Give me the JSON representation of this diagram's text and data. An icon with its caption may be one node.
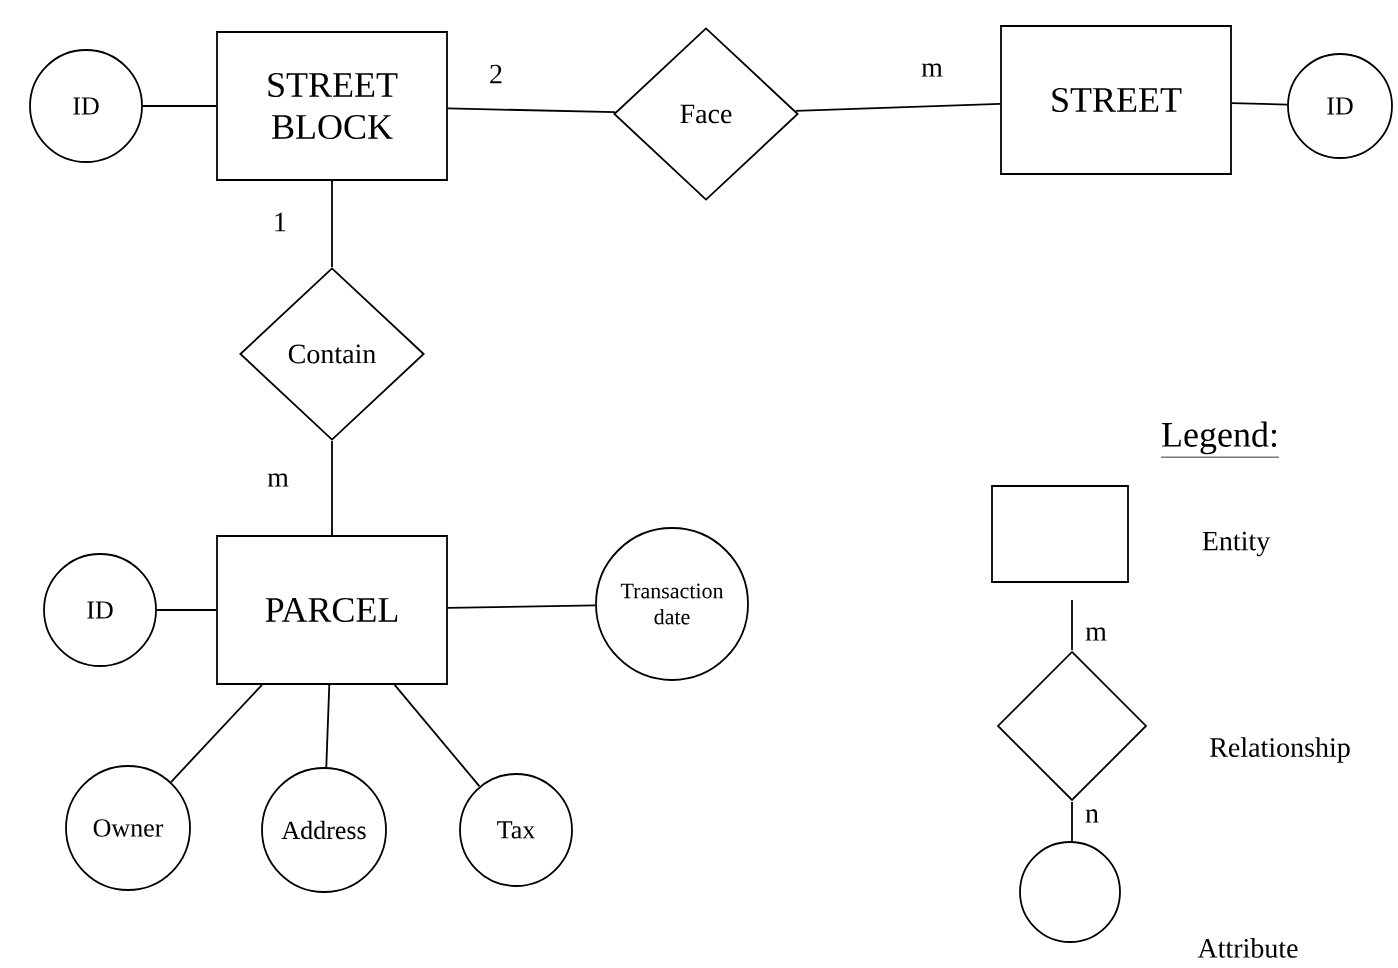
{
  "diagram": {
    "nodes": [
      {
        "text": [
          "ID"
        ]
      },
      {
        "text": [
          "STREET BLOCK"
        ]
      },
      {
        "text": [
          "Face"
        ]
      },
      {
        "text": [
          "STREET"
        ]
      },
      {
        "text": [
          "ID"
        ]
      },
      {
        "text": [
          "Contain"
        ]
      },
      {
        "text": [
          "ID"
        ]
      },
      {
        "text": [
          "PARCEL"
        ]
      },
      {
        "text": [
          "Transaction date"
        ]
      },
      {
        "text": [
          "Owner"
        ]
      },
      {
        "text": [
          "Address"
        ]
      },
      {
        "text": [
          "Tax"
        ]
      }
    ],
    "edges": [
      {
        "from": 0,
        "to": 1,
        "arrow": "none"
      },
      {
        "from": 1,
        "to": 2,
        "arrow": "none",
        "label": "2"
      },
      {
        "from": 2,
        "to": 3,
        "arrow": "none",
        "label": "m"
      },
      {
        "from": 3,
        "to": 4,
        "arrow": "none"
      },
      {
        "from": 1,
        "to": 5,
        "arrow": "none",
        "label": "1"
      },
      {
        "from": 5,
        "to": 7,
        "arrow": "none",
        "label": "m"
      },
      {
        "from": 6,
        "to": 7,
        "arrow": "none"
      },
      {
        "from": 7,
        "to": 8,
        "arrow": "none"
      },
      {
        "from": 7,
        "to": 9,
        "arrow": "none"
      },
      {
        "from": 7,
        "to": 10,
        "arrow": "none"
      },
      {
        "from": 7,
        "to": 11,
        "arrow": "none"
      }
    ],
    "labels": [
      "Legend:",
      "m",
      "n"
    ],
    "legend": [
      {
        "text": "Entity"
      },
      {
        "text": "Relationship"
      },
      {
        "text": "Attribute"
      }
    ]
  }
}
